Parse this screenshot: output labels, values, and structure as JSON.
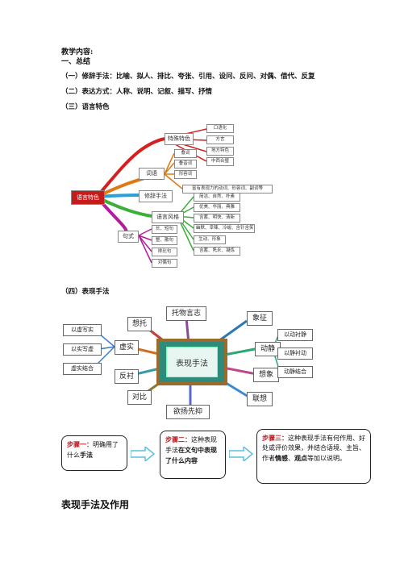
{
  "heading": "教学内容:",
  "section1": "一、总结",
  "item1": "（一）修辞手法：比喻、拟人、排比、夸张、引用、设问、反问、对偶、借代、反复",
  "item2": "（二）表达方式：人称、说明、记叙、描写、抒情",
  "item3": "（三）语言特色",
  "mindmap1": {
    "center": "语言特色",
    "branches": {
      "teshu": "特殊特色",
      "cihui": "词语",
      "xiuci": "修辞手法",
      "yuyan": "语言风格",
      "jushi": "句式"
    },
    "teshu_items": [
      "口语化",
      "方言",
      "地方特色",
      "中西合璧"
    ],
    "cihui_items": [
      "叠词",
      "叠音词",
      "形容词",
      "富有表现力的动词、形容词、副词等"
    ],
    "yuyan_items": [
      "简洁、自然、朴素",
      "优美、华丽、典雅",
      "含蓄、明快、清新",
      "幽默、幸辣、冷峻、含针含笑",
      "生动、形象",
      "含蓄、隽永、凝炼"
    ],
    "jushi_items": [
      "长、短句",
      "整、散句",
      "排比句",
      "对偶句"
    ]
  },
  "section4": "（四）表现手法",
  "mindmap2": {
    "center": "表现手法",
    "nodes": {
      "xiangtuo": "想托",
      "tuowu": "托物言志",
      "xiangzheng": "象征",
      "xushi": "虚实",
      "dongjing": "动静",
      "fanchen": "反衬",
      "xiangxiang": "想象",
      "duibi": "对比",
      "yuyang": "欲扬先抑",
      "lianxiang": "联想"
    },
    "xushi_items": [
      "以虚写实",
      "以实写虚",
      "虚实结合"
    ],
    "dongjing_items": [
      "以动衬静",
      "以静衬动",
      "动静结合"
    ]
  },
  "steps": {
    "s1_label": "步骤一：",
    "s1_text": "明确用了什么",
    "s1_bold": "手法",
    "s2_label": "步骤二：",
    "s2_text": "这种表现手法",
    "s2_bold": "在文句中表现了什么内容",
    "s3_label": "步骤三：",
    "s3_text1": "这种表现手法有何作用、好处或评价效果，并结合语境、主旨、作者",
    "s3_bold1": "情感",
    "s3_sep": "、",
    "s3_bold2": "观点",
    "s3_text2": "等加以说明。"
  },
  "footer": "表现手法及作用",
  "colors": {
    "red": "#c0141c",
    "teal": "#2e8a7a",
    "arrow": "#5bc0e0"
  }
}
